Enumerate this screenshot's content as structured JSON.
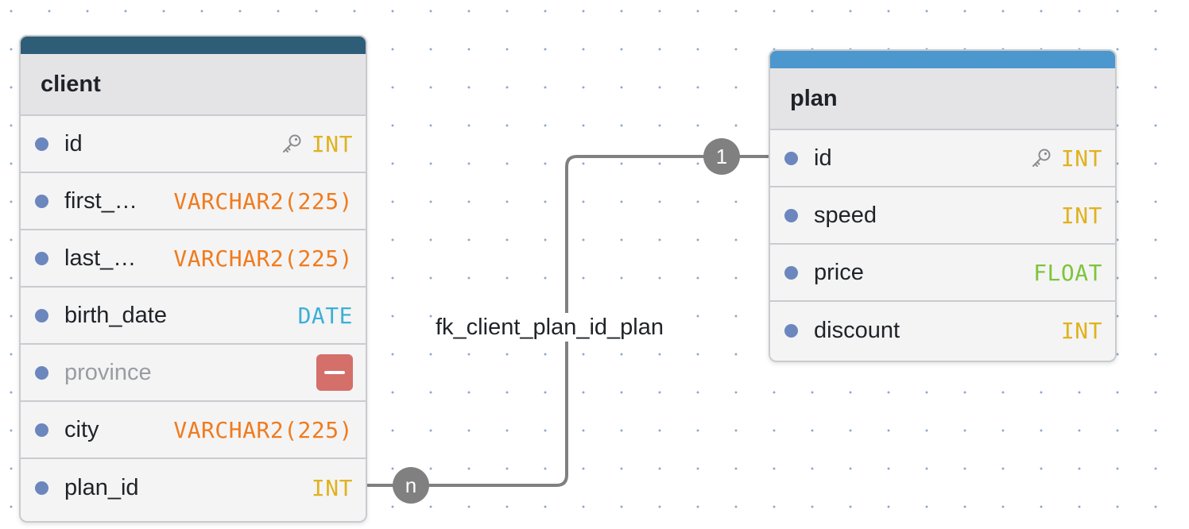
{
  "colors": {
    "client_bar": "#2e5d78",
    "plan_bar": "#4c97cd",
    "int": "#e0b21f",
    "varchar": "#f07b1d",
    "date": "#3cb0d7",
    "float": "#7fc43a",
    "connector": "#808080"
  },
  "tables": [
    {
      "name": "client",
      "fields": [
        {
          "name": "id",
          "type": "INT",
          "primary_key": true
        },
        {
          "name": "first_…",
          "type": "VARCHAR2(225)"
        },
        {
          "name": "last_…",
          "type": "VARCHAR2(225)"
        },
        {
          "name": "birth_date",
          "type": "DATE"
        },
        {
          "name": "province",
          "type": "",
          "pending_delete": true
        },
        {
          "name": "city",
          "type": "VARCHAR2(225)"
        },
        {
          "name": "plan_id",
          "type": "INT"
        }
      ]
    },
    {
      "name": "plan",
      "fields": [
        {
          "name": "id",
          "type": "INT",
          "primary_key": true
        },
        {
          "name": "speed",
          "type": "INT"
        },
        {
          "name": "price",
          "type": "FLOAT"
        },
        {
          "name": "discount",
          "type": "INT"
        }
      ]
    }
  ],
  "relationship": {
    "label": "fk_client_plan_id_plan",
    "from_cardinality": "n",
    "to_cardinality": "1"
  },
  "icons": {
    "primary_key": "key-icon",
    "remove": "minus-icon"
  }
}
